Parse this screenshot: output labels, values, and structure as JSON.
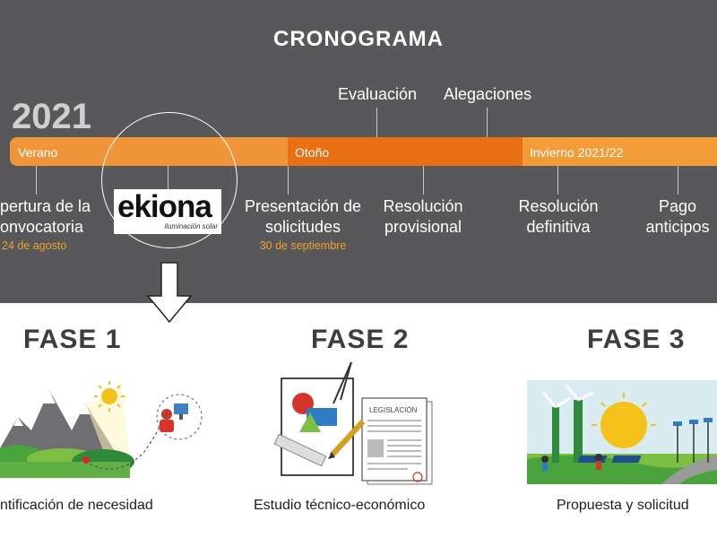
{
  "header": {
    "title": "CRONOGRAMA",
    "year": "2021"
  },
  "seasons": {
    "summer": "Verano",
    "autumn": "Otoño",
    "winter": "Invierno 2021/22"
  },
  "events_above": {
    "evaluation": "Evaluación",
    "allegations": "Alegaciones"
  },
  "events_below": {
    "opening": {
      "line1": "pertura de la",
      "line2": "onvocatoria",
      "date": "24 de agosto"
    },
    "submission": {
      "line1": "Presentación de",
      "line2": "solicitudes",
      "date": "30 de septiembre"
    },
    "provisional": {
      "line1": "Resolución",
      "line2": "provisional"
    },
    "definitive": {
      "line1": "Resolución",
      "line2": "definitiva"
    },
    "payment": {
      "line1": "Pago",
      "line2": "anticipos"
    }
  },
  "logo": {
    "name": "ekiona",
    "tagline": "iluminación solar"
  },
  "phases": [
    {
      "label": "FASE 1",
      "caption": "ntificación de necesidad"
    },
    {
      "label": "FASE 2",
      "caption": "Estudio técnico-económico"
    },
    {
      "label": "FASE 3",
      "caption": "Propuesta y solicitud"
    }
  ],
  "document": {
    "heading": "LEGISLACIÓN"
  },
  "colors": {
    "background_top": "#58585a",
    "orange_light": "#f0953a",
    "orange_dark": "#e96f13",
    "date_text": "#f0a02e"
  }
}
